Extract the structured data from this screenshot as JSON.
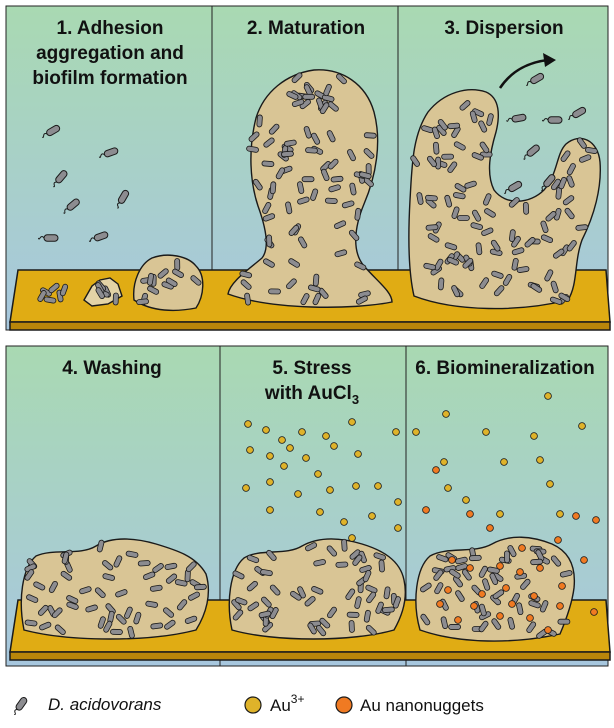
{
  "panels": [
    {
      "id": "adhesion",
      "title_lines": [
        "1. Adhesion",
        "aggregation and",
        "biofilm formation"
      ]
    },
    {
      "id": "maturation",
      "title_lines": [
        "2. Maturation"
      ]
    },
    {
      "id": "dispersion",
      "title_lines": [
        "3. Dispersion"
      ]
    },
    {
      "id": "washing",
      "title_lines": [
        "4. Washing"
      ]
    },
    {
      "id": "stress",
      "title_lines": [
        "5. Stress",
        "with AuCl"
      ],
      "subscript": "3"
    },
    {
      "id": "biomineralization",
      "title_lines": [
        "6. Biomineralization"
      ]
    }
  ],
  "legend": {
    "bacterium": "D. acidovorans",
    "au_ion": "Au",
    "au_ion_sup": "3+",
    "nanonuggets": "Au nanonuggets"
  },
  "colors": {
    "panel_top": "#a9d9b2",
    "panel_bottom": "#a7c7df",
    "substrate": "#e0ac14",
    "biofilm": "#d9c595",
    "bacterium": "#8c8c90",
    "au_ion": "#dfb32a",
    "nanonugget": "#f07a22",
    "outline": "#1a1a1a"
  }
}
